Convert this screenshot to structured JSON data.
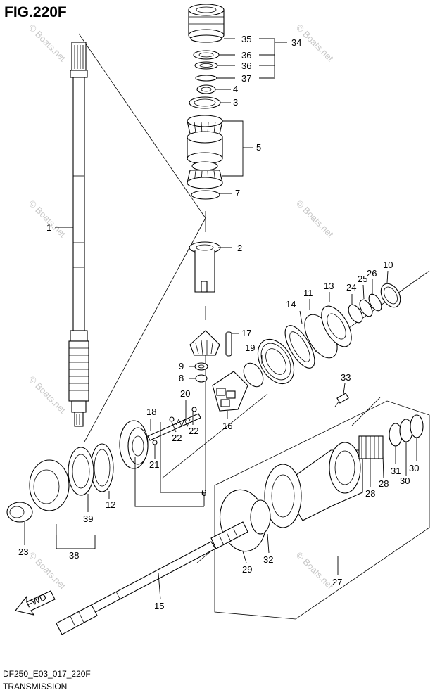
{
  "figure": {
    "title": "FIG.220F"
  },
  "footer": {
    "code": "DF250_E03_017_220F",
    "caption": "TRANSMISSION"
  },
  "watermark": {
    "text": "© Boats.net"
  },
  "arrow": {
    "label": "FWD"
  },
  "callouts": {
    "p1": "1",
    "p2": "2",
    "p3": "3",
    "p4": "4",
    "p5": "5",
    "p6": "6",
    "p7": "7",
    "p8": "8",
    "p9": "9",
    "p10": "10",
    "p11": "11",
    "p12": "12",
    "p13": "13",
    "p14": "14",
    "p15": "15",
    "p16": "16",
    "p17": "17",
    "p18": "18",
    "p19": "19",
    "p20": "20",
    "p21": "21",
    "p22a": "22",
    "p22b": "22",
    "p23": "23",
    "p24": "24",
    "p25": "25",
    "p26": "26",
    "p27": "27",
    "p28a": "28",
    "p28b": "28",
    "p29": "29",
    "p30a": "30",
    "p30b": "30",
    "p31": "31",
    "p32": "32",
    "p33": "33",
    "p34": "34",
    "p35": "35",
    "p36a": "36",
    "p36b": "36",
    "p37": "37",
    "p38": "38",
    "p39": "39"
  }
}
